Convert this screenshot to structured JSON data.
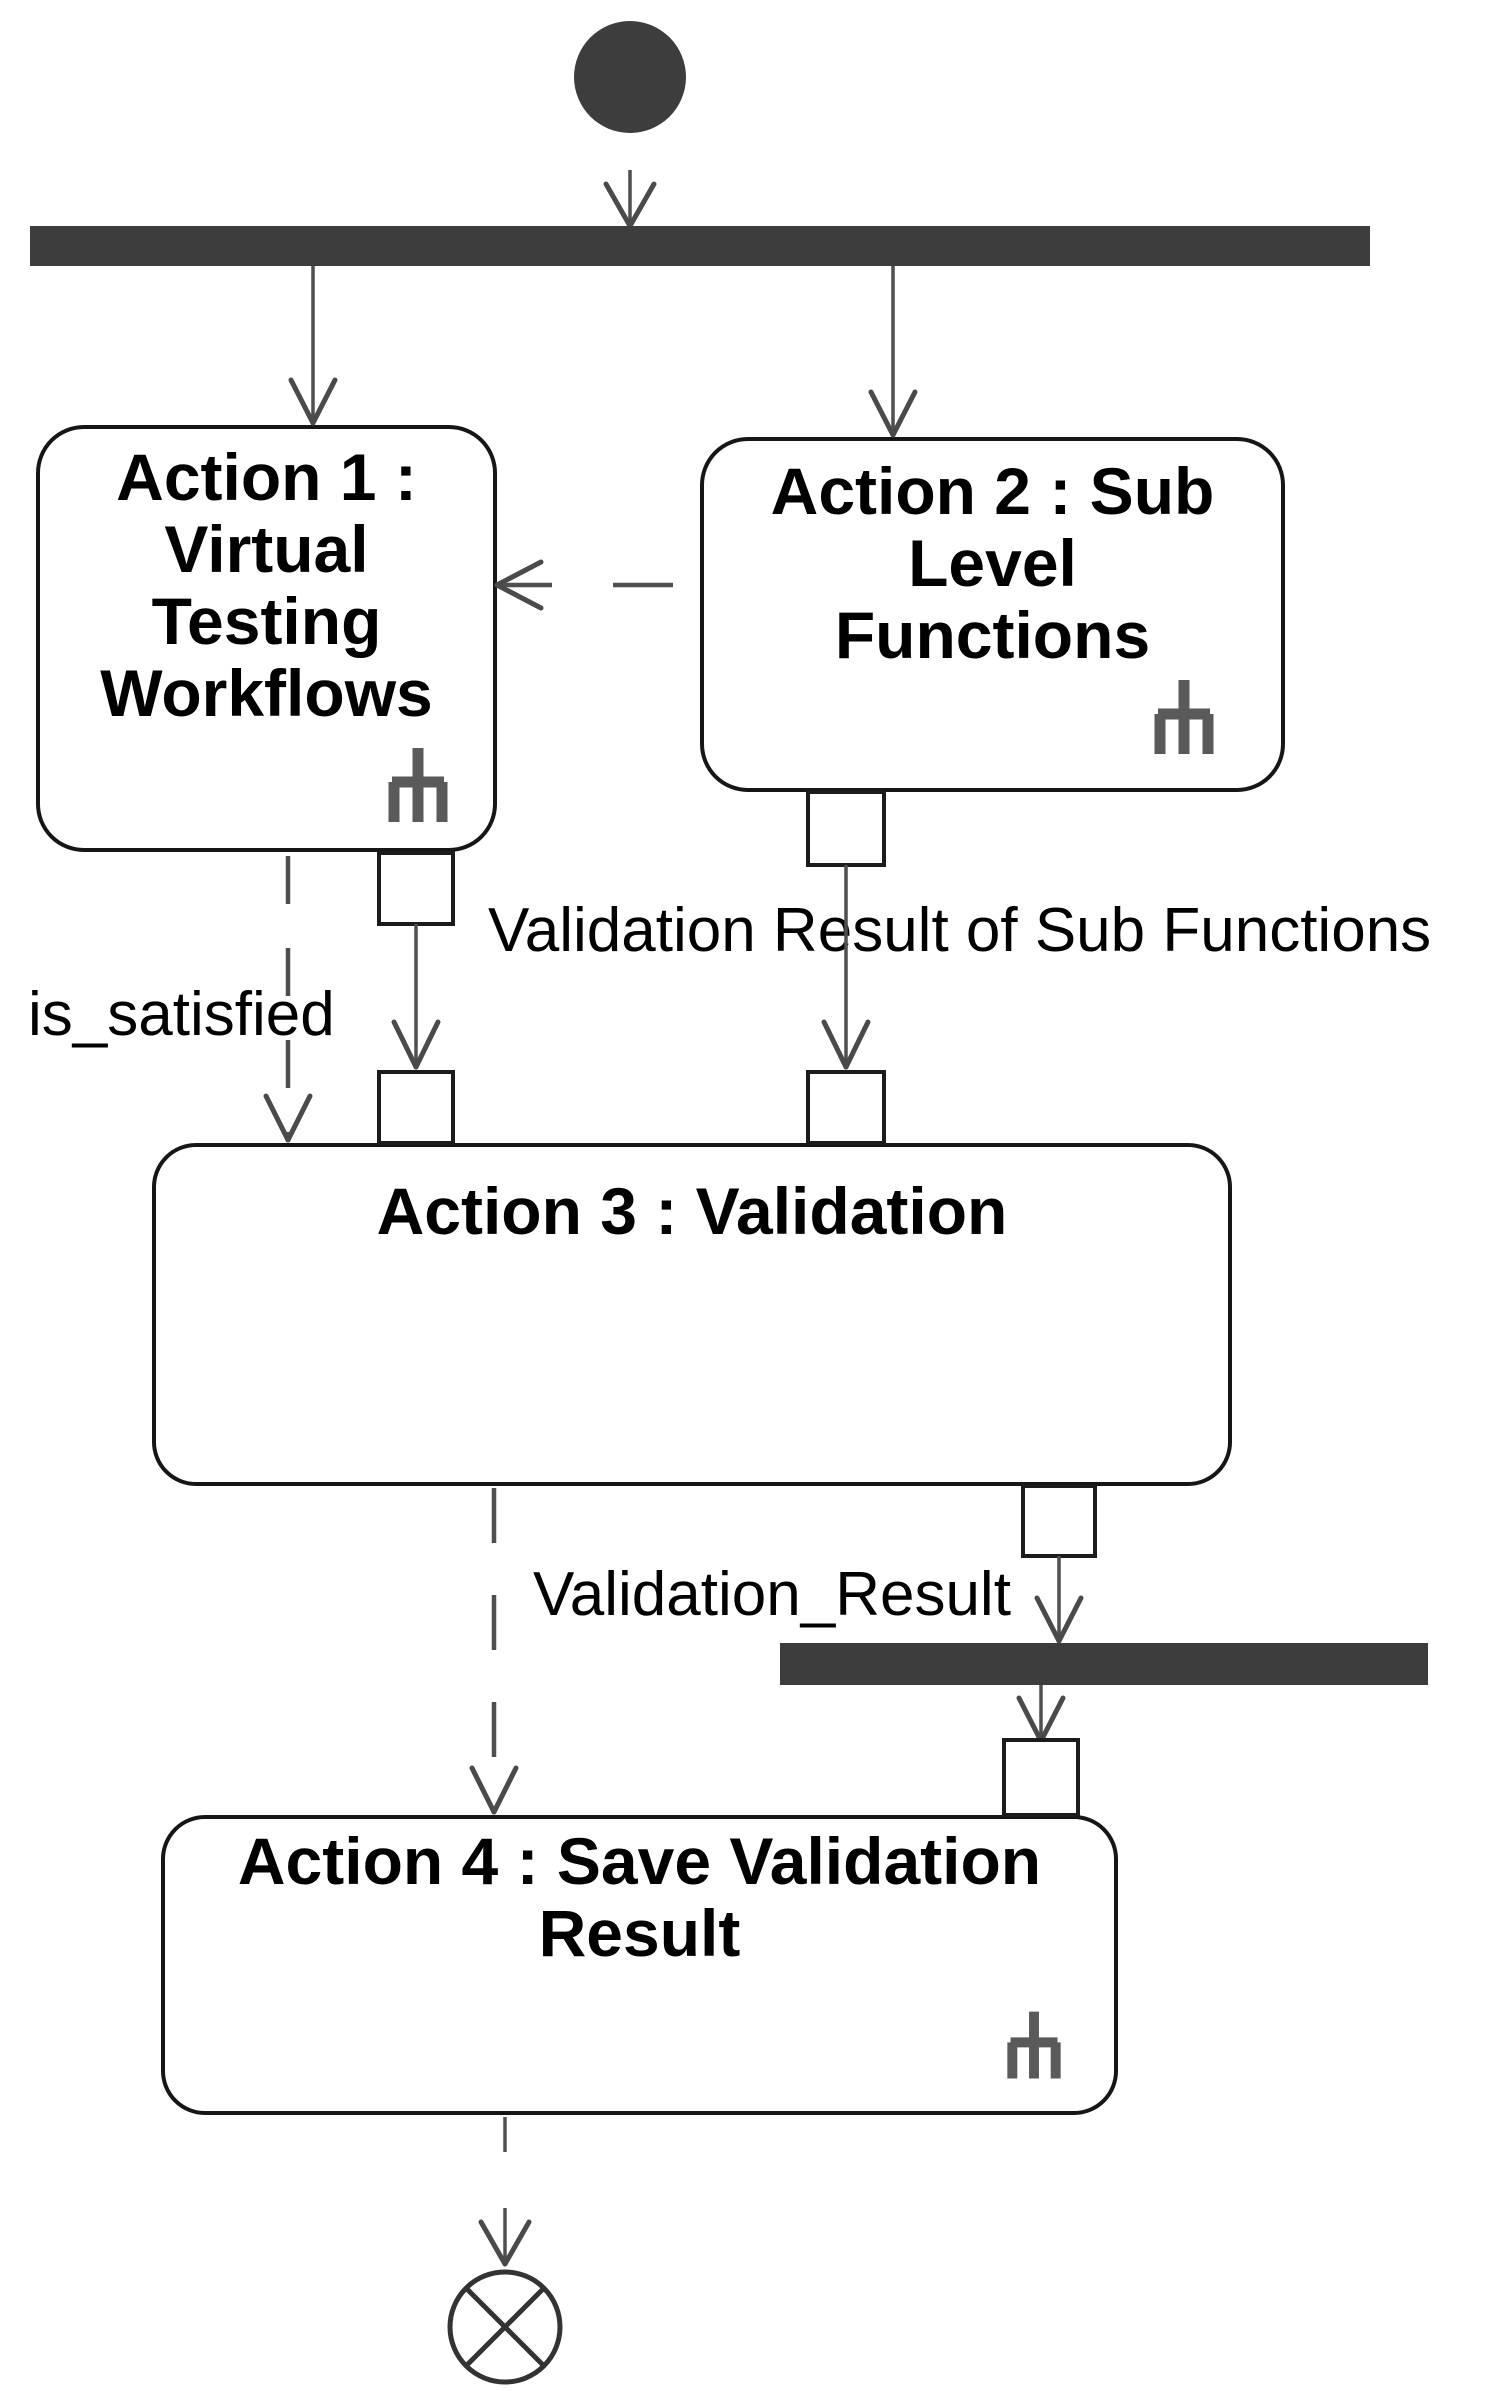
{
  "diagram_type": "uml-activity-diagram",
  "colors": {
    "background": "#ffffff",
    "node_bar_fill": "#3d3d3d",
    "shape_border": "#161616",
    "flow_line": "#4f4f4f",
    "text": "#000000",
    "rake_icon": "#5a5a5a"
  },
  "nodes": {
    "initial": {
      "type": "initial-node"
    },
    "fork": {
      "type": "fork-bar"
    },
    "action1": {
      "label": "Action 1 :\nVirtual\nTesting\nWorkflows",
      "has_rake_icon": true
    },
    "action2": {
      "label": "Action 2 : Sub\nLevel\nFunctions",
      "has_rake_icon": true
    },
    "action3": {
      "label": "Action 3 : Validation",
      "has_rake_icon": false
    },
    "join": {
      "type": "join-bar"
    },
    "action4": {
      "label": "Action 4 : Save Validation\nResult",
      "has_rake_icon": true
    },
    "final": {
      "type": "flow-final-node"
    }
  },
  "edge_labels": {
    "is_satisfied": "is_satisfied",
    "validation_result_of_sub_functions": "Validation Result of Sub Functions",
    "validation_result": "Validation_Result"
  }
}
